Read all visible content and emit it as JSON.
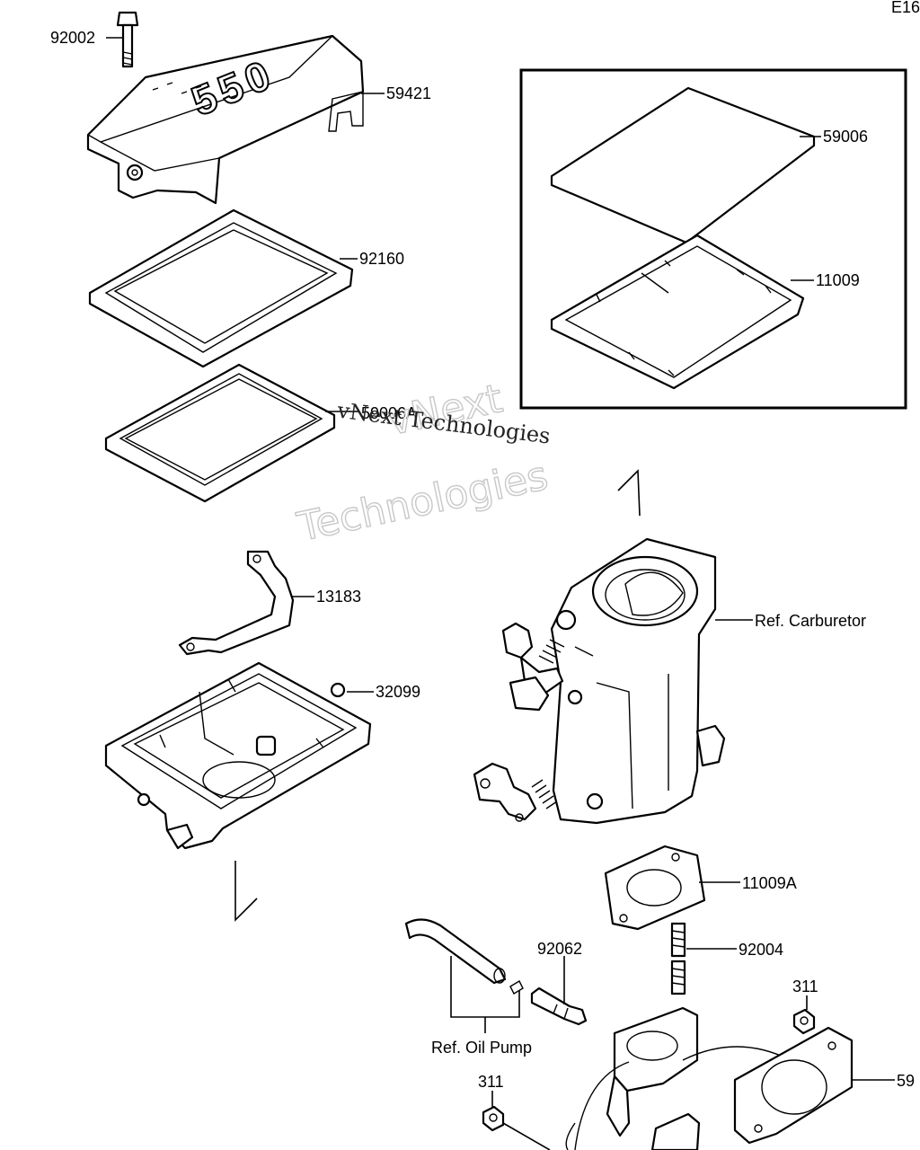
{
  "page_code": "E16",
  "labels": {
    "p92002": "92002",
    "p59421": "59421",
    "p92160": "92160",
    "p59006A": "59006A",
    "p59006": "59006",
    "p11009": "11009",
    "p13183": "13183",
    "p32099": "32099",
    "ref_carburetor": "Ref. Carburetor",
    "p11009A": "11009A",
    "p92004": "92004",
    "p92062": "92062",
    "p311a": "311",
    "p311b": "311",
    "ref_oil_pump": "Ref. Oil Pump",
    "p59": "59"
  },
  "cover_emblem": "550",
  "watermark": {
    "line1": "vNext",
    "line2": "Technologies",
    "line3": "vNext Technologies"
  }
}
